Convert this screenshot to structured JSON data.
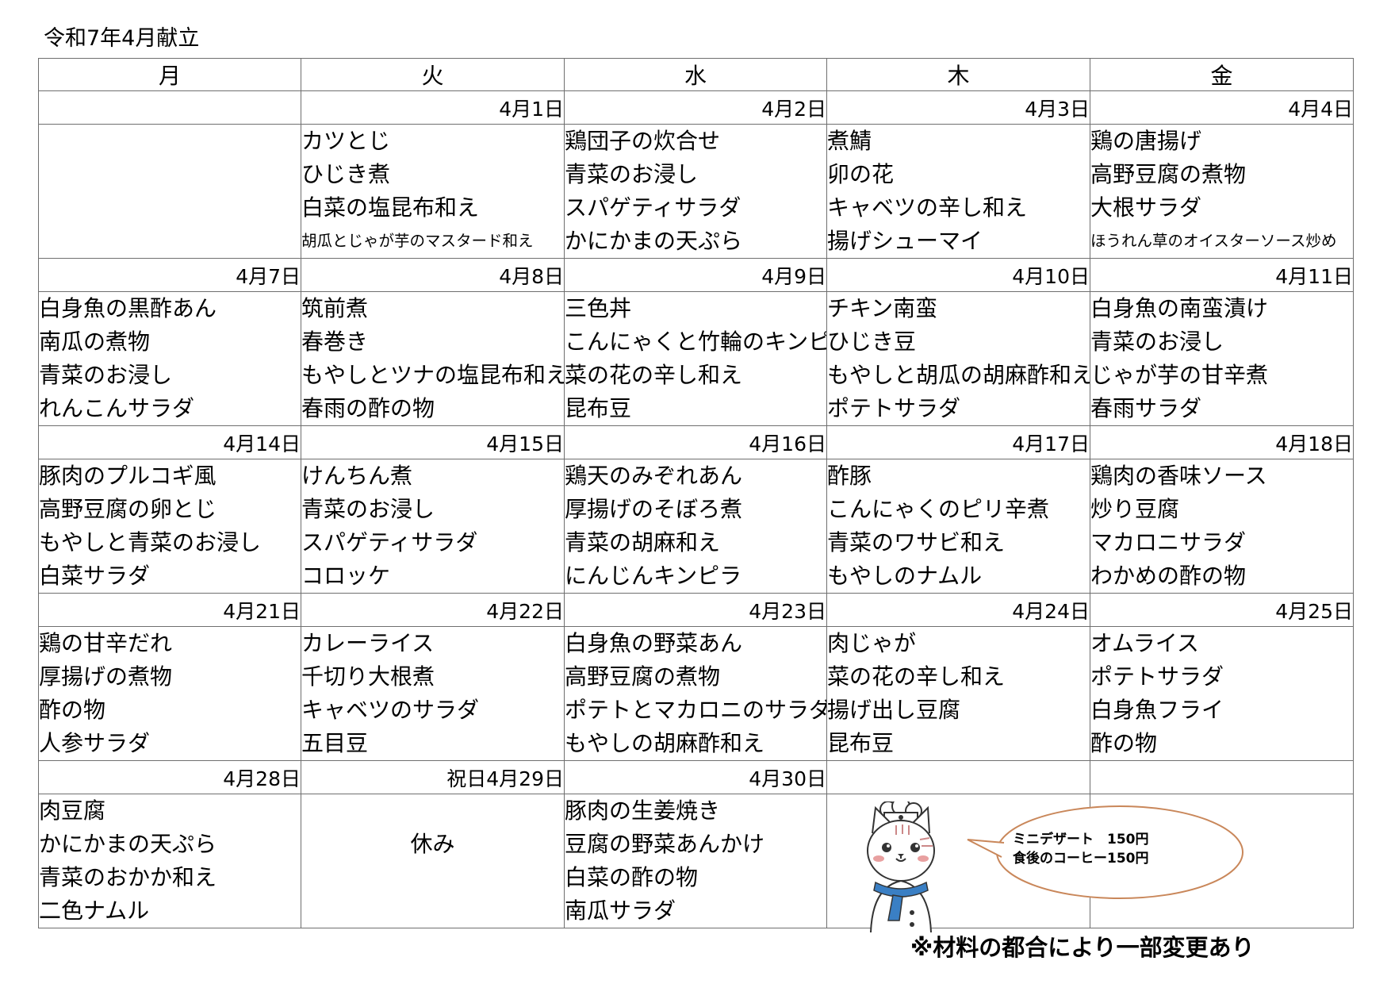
{
  "title": "令和7年4月献立",
  "weekdays": [
    "月",
    "火",
    "水",
    "木",
    "金"
  ],
  "weeks": [
    {
      "dates": [
        "",
        "4月1日",
        "4月2日",
        "4月3日",
        "4月4日"
      ],
      "days": [
        [],
        [
          "カツとじ",
          "ひじき煮",
          "白菜の塩昆布和え",
          "胡瓜とじゃが芋のマスタード和え"
        ],
        [
          "鶏団子の炊合せ",
          "青菜のお浸し",
          "スパゲティサラダ",
          "かにかまの天ぷら"
        ],
        [
          "煮鯖",
          "卯の花",
          "キャベツの辛し和え",
          "揚げシューマイ"
        ],
        [
          "鶏の唐揚げ",
          "高野豆腐の煮物",
          "大根サラダ",
          "ほうれん草のオイスターソース炒め"
        ]
      ]
    },
    {
      "dates": [
        "4月7日",
        "4月8日",
        "4月9日",
        "4月10日",
        "4月11日"
      ],
      "days": [
        [
          "白身魚の黒酢あん",
          "南瓜の煮物",
          "青菜のお浸し",
          "れんこんサラダ"
        ],
        [
          "筑前煮",
          "春巻き",
          "もやしとツナの塩昆布和え",
          "春雨の酢の物"
        ],
        [
          "三色丼",
          "こんにゃくと竹輪のキンピラ",
          "菜の花の辛し和え",
          "昆布豆"
        ],
        [
          "チキン南蛮",
          "ひじき豆",
          "もやしと胡瓜の胡麻酢和え",
          "ポテトサラダ"
        ],
        [
          "白身魚の南蛮漬け",
          "青菜のお浸し",
          "じゃが芋の甘辛煮",
          "春雨サラダ"
        ]
      ]
    },
    {
      "dates": [
        "4月14日",
        "4月15日",
        "4月16日",
        "4月17日",
        "4月18日"
      ],
      "days": [
        [
          "豚肉のプルコギ風",
          "高野豆腐の卵とじ",
          "もやしと青菜のお浸し",
          "白菜サラダ"
        ],
        [
          "けんちん煮",
          "青菜のお浸し",
          "スパゲティサラダ",
          "コロッケ"
        ],
        [
          "鶏天のみぞれあん",
          "厚揚げのそぼろ煮",
          "青菜の胡麻和え",
          "にんじんキンピラ"
        ],
        [
          "酢豚",
          "こんにゃくのピリ辛煮",
          "青菜のワサビ和え",
          "もやしのナムル"
        ],
        [
          "鶏肉の香味ソース",
          "炒り豆腐",
          "マカロニサラダ",
          "わかめの酢の物"
        ]
      ]
    },
    {
      "dates": [
        "4月21日",
        "4月22日",
        "4月23日",
        "4月24日",
        "4月25日"
      ],
      "days": [
        [
          "鶏の甘辛だれ",
          "厚揚げの煮物",
          "酢の物",
          "人参サラダ"
        ],
        [
          "カレーライス",
          "千切り大根煮",
          "キャベツのサラダ",
          "五目豆"
        ],
        [
          "白身魚の野菜あん",
          "高野豆腐の煮物",
          "ポテトとマカロニのサラダ",
          "もやしの胡麻酢和え"
        ],
        [
          "肉じゃが",
          "菜の花の辛し和え",
          "揚げ出し豆腐",
          "昆布豆"
        ],
        [
          "オムライス",
          "ポテトサラダ",
          "白身魚フライ",
          "酢の物"
        ]
      ]
    },
    {
      "dates": [
        "4月28日",
        "祝日4月29日",
        "4月30日",
        "",
        ""
      ],
      "days": [
        [
          "肉豆腐",
          "かにかまの天ぷら",
          "青菜のおかか和え",
          "二色ナムル"
        ],
        [],
        [
          "豚肉の生姜焼き",
          "豆腐の野菜あんかけ",
          "白菜の酢の物",
          "南瓜サラダ"
        ],
        [],
        []
      ]
    }
  ],
  "holiday_text": "休み",
  "bubble": {
    "line1": "ミニデザート　150円",
    "line2": "食後のコーヒー150円"
  },
  "note": "※材料の都合により一部変更あり",
  "colors": {
    "grid": "#6f6f6f",
    "scarf": "#3a7fc4",
    "bubble_stroke": "#c9875a",
    "cheek": "#e8a0a0"
  }
}
